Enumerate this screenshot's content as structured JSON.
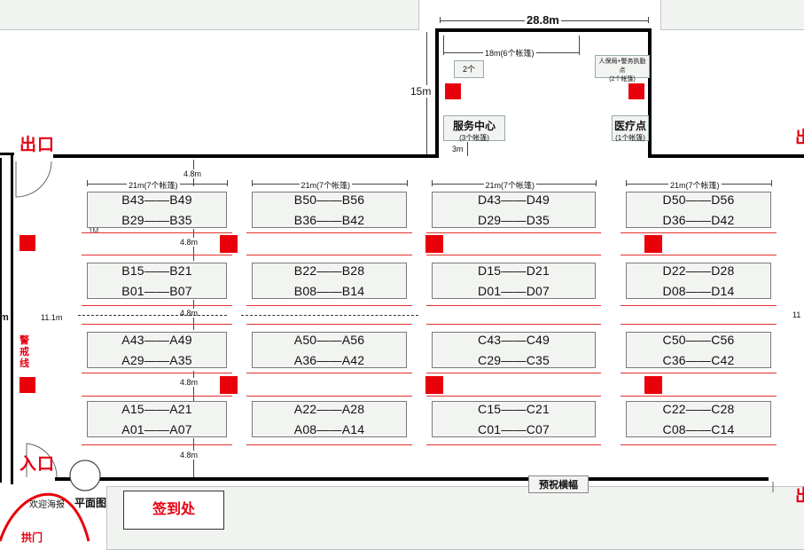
{
  "top_dims": {
    "width_total": "28.8m",
    "width_inner": "18m(6个帐篷)",
    "height": "15m",
    "gap": "3m"
  },
  "service": {
    "tents_left": "2个",
    "service_center": "服务中心",
    "service_center_sub": "(3个帐篷)",
    "medical": "医疗点",
    "medical_sub": "(1个帐篷)",
    "security_title": "人保局+警务执勤点",
    "security_sub": "(2个帐篷)"
  },
  "exits": {
    "exit_left": "出口",
    "exit_right": "出",
    "entrance": "入口",
    "exit_bottom_right": "出"
  },
  "labels": {
    "cordon": "警戒线",
    "one_m": "1M",
    "welcome": "欢迎海报",
    "plan": "平面图",
    "signin": "签到处",
    "banner": "预祝横幅",
    "arch": "拱门",
    "left_dist": "11.1m",
    "right_dist": "11",
    "left_edge": "m"
  },
  "spacing": {
    "top_gap": "4.8m",
    "row_gap": "4.8m",
    "mid_gap": "4.8m",
    "bottom_gap": "4.8m"
  },
  "row_width_label": "21m(7个帐篷)",
  "blocks": [
    [
      "B43——B49",
      "B29——B35"
    ],
    [
      "B50——B56",
      "B36——B42"
    ],
    [
      "D43——D49",
      "D29——D35"
    ],
    [
      "D50——D56",
      "D36——D42"
    ],
    [
      "B15——B21",
      "B01——B07"
    ],
    [
      "B22——B28",
      "B08——B14"
    ],
    [
      "D15——D21",
      "D01——D07"
    ],
    [
      "D22——D28",
      "D08——D14"
    ],
    [
      "A43——A49",
      "A29——A35"
    ],
    [
      "A50——A56",
      "A36——A42"
    ],
    [
      "C43——C49",
      "C29——C35"
    ],
    [
      "C50——C56",
      "C36——C42"
    ],
    [
      "A15——A21",
      "A01——A07"
    ],
    [
      "A22——A28",
      "A08——A14"
    ],
    [
      "C15——C21",
      "C01——C07"
    ],
    [
      "C22——C28",
      "C08——C14"
    ]
  ],
  "colors": {
    "wall": "#000000",
    "accent_red": "#e8000b",
    "block_fill": "#f2f4f1"
  }
}
